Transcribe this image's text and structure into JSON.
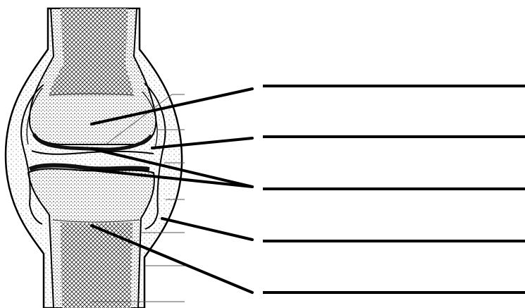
{
  "figure": {
    "subject": "synovial-joint-longitudinal-section",
    "labels": [
      {
        "id": "label-1",
        "answer_text": ""
      },
      {
        "id": "label-2",
        "answer_text": ""
      },
      {
        "id": "label-3",
        "answer_text": ""
      },
      {
        "id": "label-4",
        "answer_text": ""
      },
      {
        "id": "label-5",
        "answer_text": ""
      }
    ]
  },
  "colors": {
    "ink": "#000000",
    "bone_shade": "#2a2a2a",
    "background": "#ffffff"
  }
}
